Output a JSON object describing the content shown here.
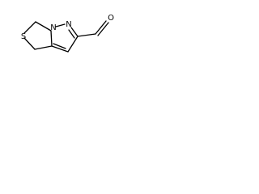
{
  "molecule": {
    "atoms": {
      "sulfur": "S",
      "nitrogen_1": "N",
      "nitrogen_2": "N",
      "oxygen": "O"
    },
    "colors": {
      "bond": "#000000",
      "label": "#000000",
      "background": "#ffffff"
    }
  }
}
